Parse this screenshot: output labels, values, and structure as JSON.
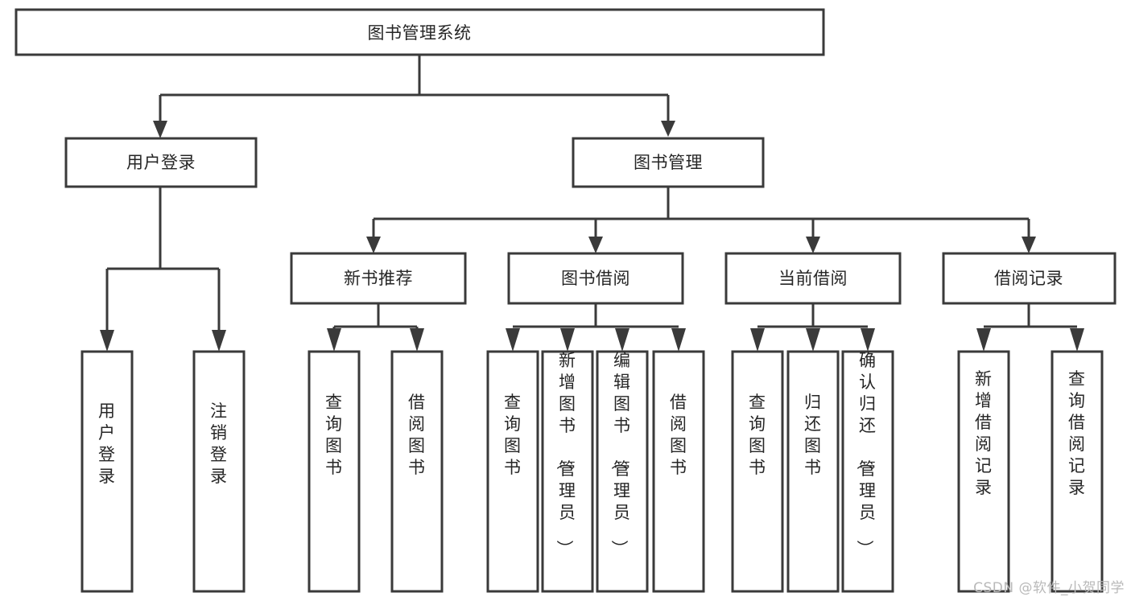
{
  "diagram": {
    "title": "图书管理系统",
    "type": "tree-hierarchy",
    "root": {
      "label": "图书管理系统"
    },
    "level2": [
      {
        "label": "用户登录"
      },
      {
        "label": "图书管理"
      }
    ],
    "level3": [
      {
        "label": "新书推荐"
      },
      {
        "label": "图书借阅"
      },
      {
        "label": "当前借阅"
      },
      {
        "label": "借阅记录"
      }
    ],
    "leaves": {
      "user_login": [
        {
          "label": "用户登录"
        },
        {
          "label": "注销登录"
        }
      ],
      "new_book_recommend": [
        {
          "label": "查询图书"
        },
        {
          "label": "借阅图书"
        }
      ],
      "book_borrow": [
        {
          "label": "查询图书"
        },
        {
          "label": "新增图书（管理员）"
        },
        {
          "label": "编辑图书（管理员）"
        },
        {
          "label": "借阅图书"
        }
      ],
      "current_borrow": [
        {
          "label": "查询图书"
        },
        {
          "label": "归还图书"
        },
        {
          "label": "确认归还（管理员）"
        }
      ],
      "borrow_record": [
        {
          "label": "新增借阅记录"
        },
        {
          "label": "查询借阅记录"
        }
      ]
    }
  },
  "watermark": {
    "text": "CSDN @软件_小贺同学"
  },
  "colors": {
    "stroke": "#3a3a3a",
    "box_fill": "#ffffff",
    "text": "#262626",
    "watermark": "#b9b9b9",
    "background": "#ffffff"
  }
}
